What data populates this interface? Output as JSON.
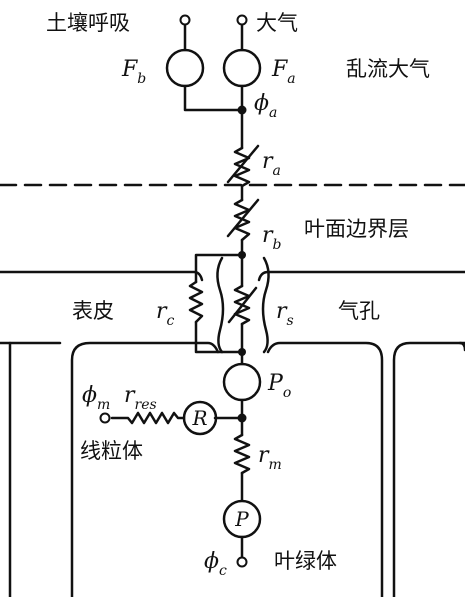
{
  "labels": {
    "soil_respiration": "土壤呼吸",
    "atmosphere": "大气",
    "turbulent_atmosphere": "乱流大气",
    "leaf_boundary_layer": "叶面边界层",
    "epidermis": "表皮",
    "stoma": "气孔",
    "mitochondria": "线粒体",
    "chloroplast": "叶绿体"
  },
  "symbols": {
    "Fb": {
      "base": "F",
      "sub": "b"
    },
    "Fa": {
      "base": "F",
      "sub": "a"
    },
    "phi_a": {
      "base": "ϕ",
      "sub": "a"
    },
    "ra": {
      "base": "r",
      "sub": "a"
    },
    "rb": {
      "base": "r",
      "sub": "b"
    },
    "rc": {
      "base": "r",
      "sub": "c"
    },
    "rs": {
      "base": "r",
      "sub": "s"
    },
    "Po": {
      "base": "P",
      "sub": "o"
    },
    "phi_m": {
      "base": "ϕ",
      "sub": "m"
    },
    "rres": {
      "base": "r",
      "sub": "res"
    },
    "R": {
      "base": "R",
      "sub": ""
    },
    "rm": {
      "base": "r",
      "sub": "m"
    },
    "P": {
      "base": "P",
      "sub": ""
    },
    "phi_c": {
      "base": "ϕ",
      "sub": "c"
    }
  }
}
